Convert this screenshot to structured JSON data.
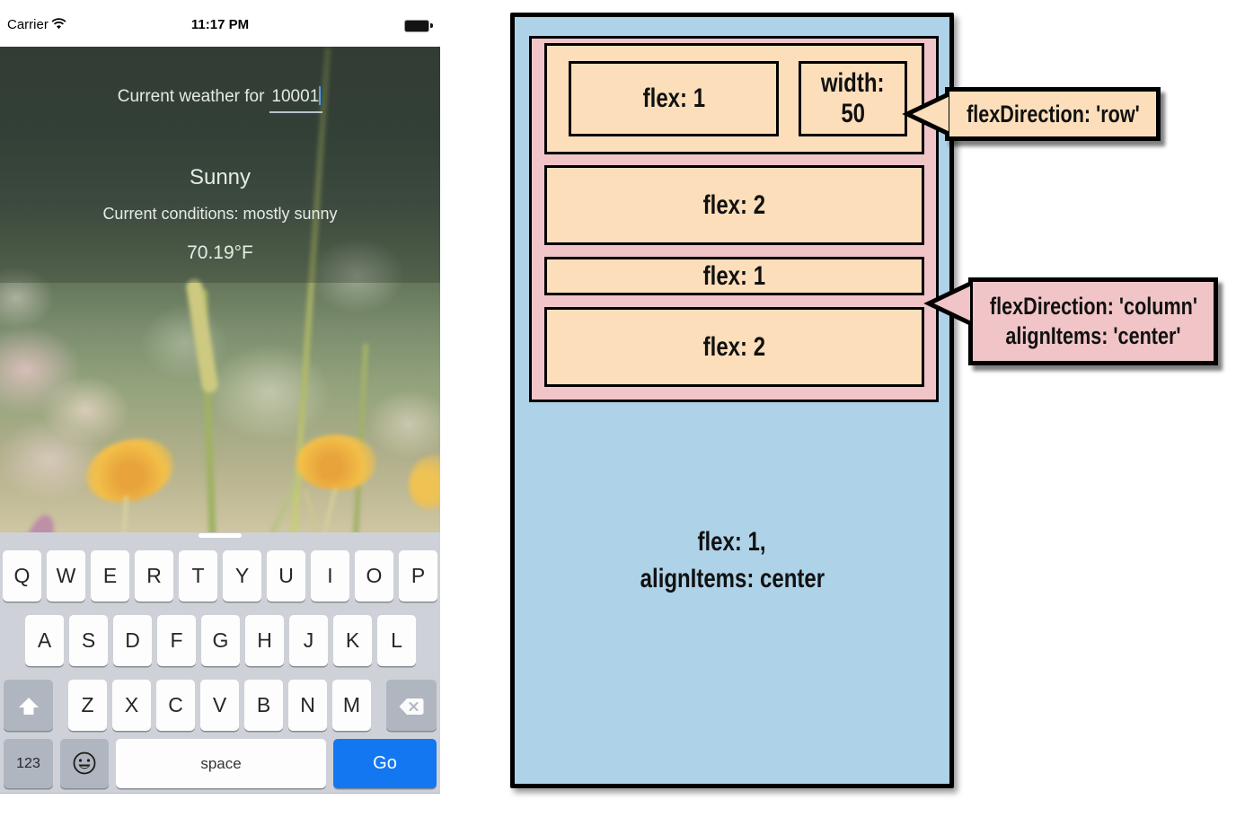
{
  "phone": {
    "status_bar": {
      "carrier": "Carrier",
      "time": "11:17 PM"
    },
    "weather": {
      "prompt_prefix": "Current weather for",
      "zip": "10001",
      "condition": "Sunny",
      "conditions_detail": "Current conditions: mostly sunny",
      "temperature": "70.19°F"
    },
    "keyboard": {
      "rows": [
        [
          "Q",
          "W",
          "E",
          "R",
          "T",
          "Y",
          "U",
          "I",
          "O",
          "P"
        ],
        [
          "A",
          "S",
          "D",
          "F",
          "G",
          "H",
          "J",
          "K",
          "L"
        ],
        [
          "Z",
          "X",
          "C",
          "V",
          "B",
          "N",
          "M"
        ]
      ],
      "numbers_key": "123",
      "space_key": "space",
      "go_key": "Go",
      "icons": [
        "shift-icon",
        "backspace-icon",
        "emoji-icon"
      ]
    }
  },
  "diagram": {
    "row_box": {
      "child1": "flex: 1",
      "child2_line1": "width:",
      "child2_line2": "50"
    },
    "stack_boxes": [
      "flex: 2",
      "flex: 1",
      "flex: 2"
    ],
    "callout_row": "flexDirection: 'row'",
    "callout_column_line1": "flexDirection: 'column'",
    "callout_column_line2": "alignItems: 'center'",
    "root_label_line1": "flex: 1,",
    "root_label_line2": "alignItems: center",
    "colors": {
      "blue": "#aed3e8",
      "pink": "#f1c5c8",
      "orange": "#fcdfba",
      "outline": "#000000"
    }
  },
  "colors": {
    "go_button_blue": "#1377f2",
    "keyboard_background": "#ced2d8",
    "special_key_gray": "#b0b6bf",
    "text_cursor_blue": "#4f9fe8"
  }
}
